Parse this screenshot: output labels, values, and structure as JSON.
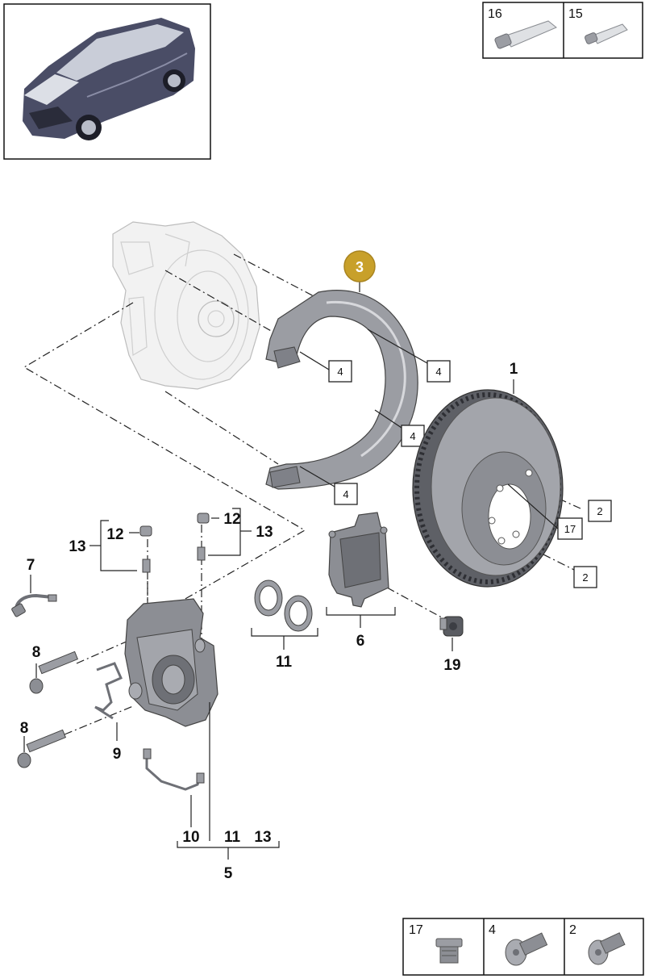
{
  "colors": {
    "highlight": "#c8a02a",
    "part_gray": "#9b9da3",
    "part_dark": "#6e7076",
    "car_body": "#4a4d66",
    "ghost": "#f2f2f2"
  },
  "icons": {
    "vehicle": "suv-thumbnail-icon",
    "grease_tube": "grease-tube-icon",
    "paste_tube": "paste-tube-icon",
    "plug_bolt": "plug-bolt-icon",
    "torx_bolt": "torx-bolt-icon",
    "hex_bolt": "hex-socket-bolt-icon"
  },
  "consumables": [
    {
      "number": "16"
    },
    {
      "number": "15"
    }
  ],
  "fasteners_legend": [
    {
      "number": "17"
    },
    {
      "number": "4"
    },
    {
      "number": "2"
    }
  ],
  "highlight_label": "3",
  "labels": {
    "disc": "1",
    "disc_bolt_a": "2",
    "disc_bolt_b": "2",
    "disc_plug": "17",
    "shield_screw_a": "4",
    "shield_screw_b": "4",
    "shield_screw_c": "4",
    "shield_screw_d": "4",
    "caliper_group": "5",
    "pads": "6",
    "wear_sensor": "7",
    "caliper_bolt_a": "8",
    "caliper_bolt_b": "8",
    "spring": "9",
    "seals": "11",
    "pad_bolt": "19",
    "bleed_left_12": "12",
    "bleed_left_13": "13",
    "bleed_right_12": "12",
    "bleed_right_13": "13",
    "sub_10": "10",
    "sub_11": "11",
    "sub_13": "13"
  }
}
